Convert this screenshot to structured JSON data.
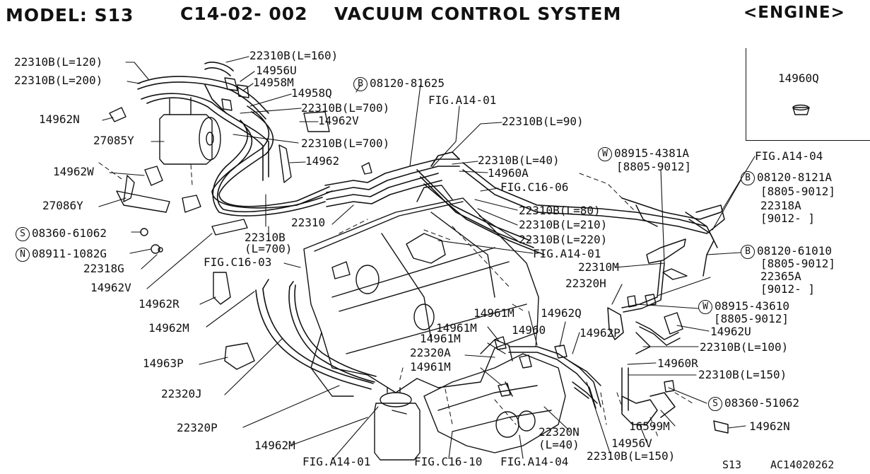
{
  "header": {
    "model": "MODEL: S13",
    "code": "C14-02- 002",
    "title": "VACUUM CONTROL SYSTEM",
    "section": "<ENGINE>"
  },
  "inset": {
    "part": "14960Q"
  },
  "footer": {
    "model": "S13",
    "figure_code": "AC14020262"
  },
  "labels": [
    {
      "text": "22310B(L=120)"
    },
    {
      "text": "22310B(L=200)"
    },
    {
      "text": "14962N"
    },
    {
      "text": "27085Y"
    },
    {
      "text": "14962W"
    },
    {
      "text": "27086Y"
    },
    {
      "badge": "S",
      "text": "08360-61062"
    },
    {
      "badge": "N",
      "text": "08911-1082G"
    },
    {
      "text": "22318G"
    },
    {
      "text": "14962V"
    },
    {
      "text": "14962R"
    },
    {
      "text": "14962M"
    },
    {
      "text": "14963P"
    },
    {
      "text": "22320J"
    },
    {
      "text": "22320P"
    },
    {
      "text": "14962M"
    },
    {
      "text": "FIG.A14-01"
    },
    {
      "text": "22310B(L=160)"
    },
    {
      "text": "14956U"
    },
    {
      "text": "14958M"
    },
    {
      "text": "14958Q"
    },
    {
      "text": "22310B(L=700)"
    },
    {
      "text": "14962V"
    },
    {
      "text": "22310B(L=700)"
    },
    {
      "text": "14962"
    },
    {
      "text": "22310"
    },
    {
      "text": "22310B"
    },
    {
      "text": "(L=700)"
    },
    {
      "text": "FIG.C16-03"
    },
    {
      "badge": "B",
      "text": "08120-81625"
    },
    {
      "text": "FIG.A14-01"
    },
    {
      "text": "22310B(L=90)"
    },
    {
      "text": "22310B(L=40)"
    },
    {
      "text": "14960A"
    },
    {
      "text": "FIG.C16-06"
    },
    {
      "text": "22310B(L=80)"
    },
    {
      "text": "22310B(L=210)"
    },
    {
      "text": "22310B(L=220)"
    },
    {
      "text": "FIG.A14-01"
    },
    {
      "badge": "W",
      "text": "08915-4381A"
    },
    {
      "text": "[8805-9012]"
    },
    {
      "text": "FIG.A14-04"
    },
    {
      "badge": "B",
      "text": "08120-8121A"
    },
    {
      "text": "[8805-9012]"
    },
    {
      "text": "22318A"
    },
    {
      "text": "[9012-     ]"
    },
    {
      "text": "22310M"
    },
    {
      "badge": "B",
      "text": "08120-61010"
    },
    {
      "text": "[8805-9012]"
    },
    {
      "text": "22365A"
    },
    {
      "text": "[9012-     ]"
    },
    {
      "text": "22320H"
    },
    {
      "badge": "W",
      "text": "08915-43610"
    },
    {
      "text": "[8805-9012]"
    },
    {
      "text": "14962U"
    },
    {
      "text": "14961M"
    },
    {
      "text": "14962Q"
    },
    {
      "text": "14961M"
    },
    {
      "text": "14960"
    },
    {
      "text": "14962P"
    },
    {
      "text": "14961M"
    },
    {
      "text": "22320A"
    },
    {
      "text": "14961M"
    },
    {
      "text": "22310B(L=100)"
    },
    {
      "text": "14960R"
    },
    {
      "text": "22310B(L=150)"
    },
    {
      "badge": "S",
      "text": "08360-51062"
    },
    {
      "text": "16599M"
    },
    {
      "text": "14962N"
    },
    {
      "text": "14956V"
    },
    {
      "text": "22320N"
    },
    {
      "text": "(L=40)"
    },
    {
      "text": "22310B(L=150)"
    },
    {
      "text": "FIG.C16-10"
    },
    {
      "text": "FIG.A14-04"
    }
  ]
}
